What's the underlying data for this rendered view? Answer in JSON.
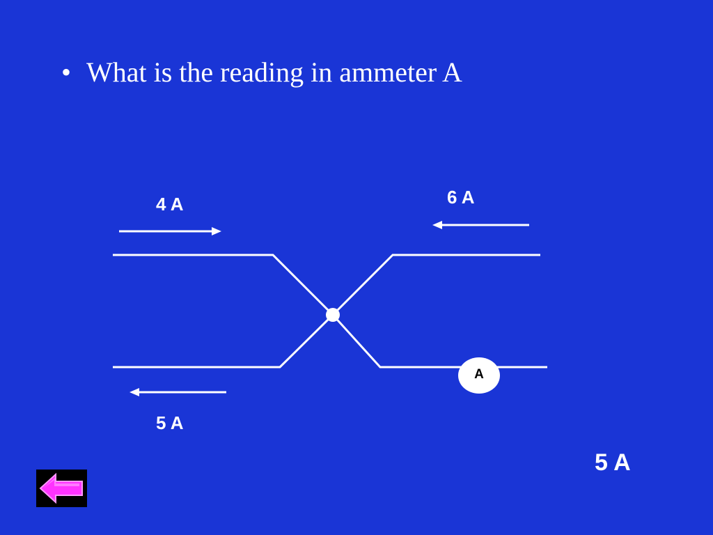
{
  "slide": {
    "bullet": "•",
    "question": "What is the reading in ammeter A"
  },
  "diagram": {
    "top_left_current": "4 A",
    "top_right_current": "6 A",
    "bottom_left_current": "5 A",
    "ammeter_label": "A"
  },
  "answer": "5 A",
  "navigation": {
    "back_icon": "back-arrow-icon",
    "back_icon_color": "#ff33ff"
  },
  "colors": {
    "background": "#1a35d6",
    "wire": "#ffffff",
    "ammeter_fill": "#ffffff",
    "ammeter_text": "#000000"
  }
}
